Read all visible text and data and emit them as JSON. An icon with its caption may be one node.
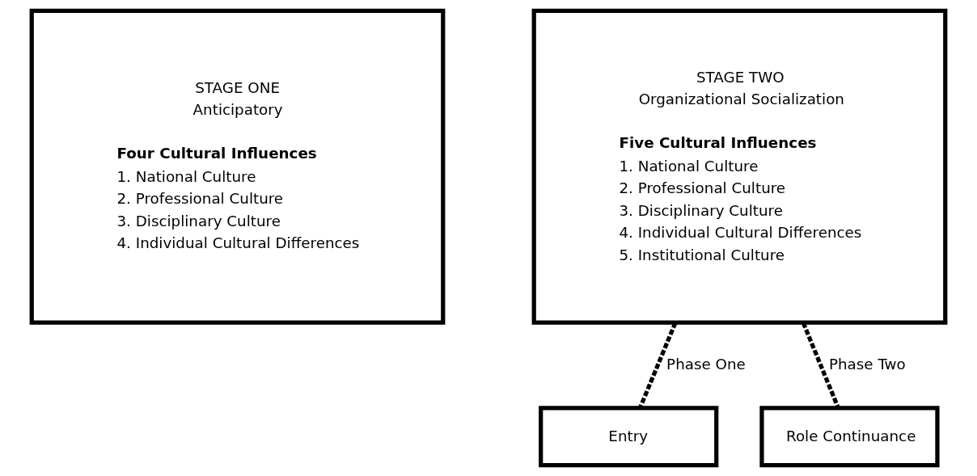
{
  "diagram": {
    "nodes": [
      {
        "text": [
          "STAGE ONE",
          "Anticipatory",
          "Four Cultural Influences",
          "1. National Culture",
          "2. Professional Culture",
          "3. Disciplinary Culture",
          "4. Individual Cultural Differences"
        ]
      },
      {
        "text": [
          "STAGE TWO",
          "Organizational Socialization",
          "Five Cultural Influences",
          "1. National Culture",
          "2. Professional Culture",
          "3. Disciplinary Culture",
          "4. Individual Cultural Differences",
          "5. Institutional Culture"
        ]
      },
      {
        "text": [
          "Entry"
        ]
      },
      {
        "text": [
          "Role Continuance"
        ]
      }
    ],
    "edges": [
      {
        "from": 1,
        "to": 2,
        "arrow": "none",
        "style": "dashed",
        "label": "Phase One"
      },
      {
        "from": 1,
        "to": 3,
        "arrow": "none",
        "style": "dashed",
        "label": "Phase Two"
      }
    ]
  }
}
